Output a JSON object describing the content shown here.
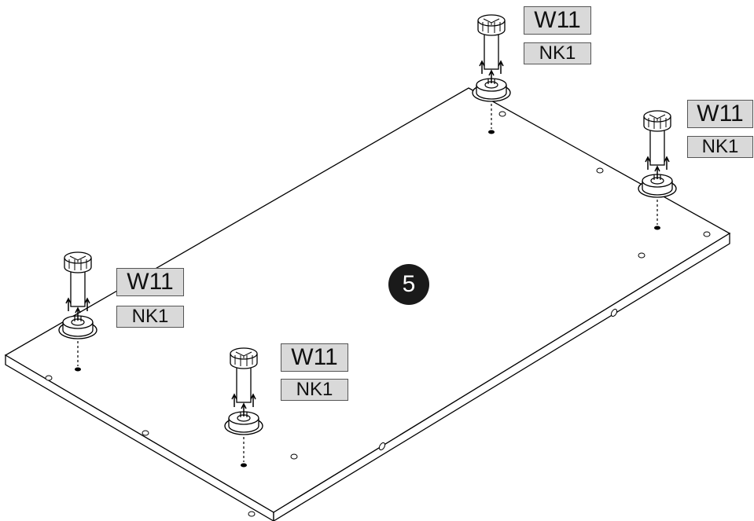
{
  "step_number": "5",
  "feet": [
    {
      "part_label": "W11",
      "hardware_label": "NK1"
    },
    {
      "part_label": "W11",
      "hardware_label": "NK1"
    },
    {
      "part_label": "W11",
      "hardware_label": "NK1"
    },
    {
      "part_label": "W11",
      "hardware_label": "NK1"
    }
  ]
}
